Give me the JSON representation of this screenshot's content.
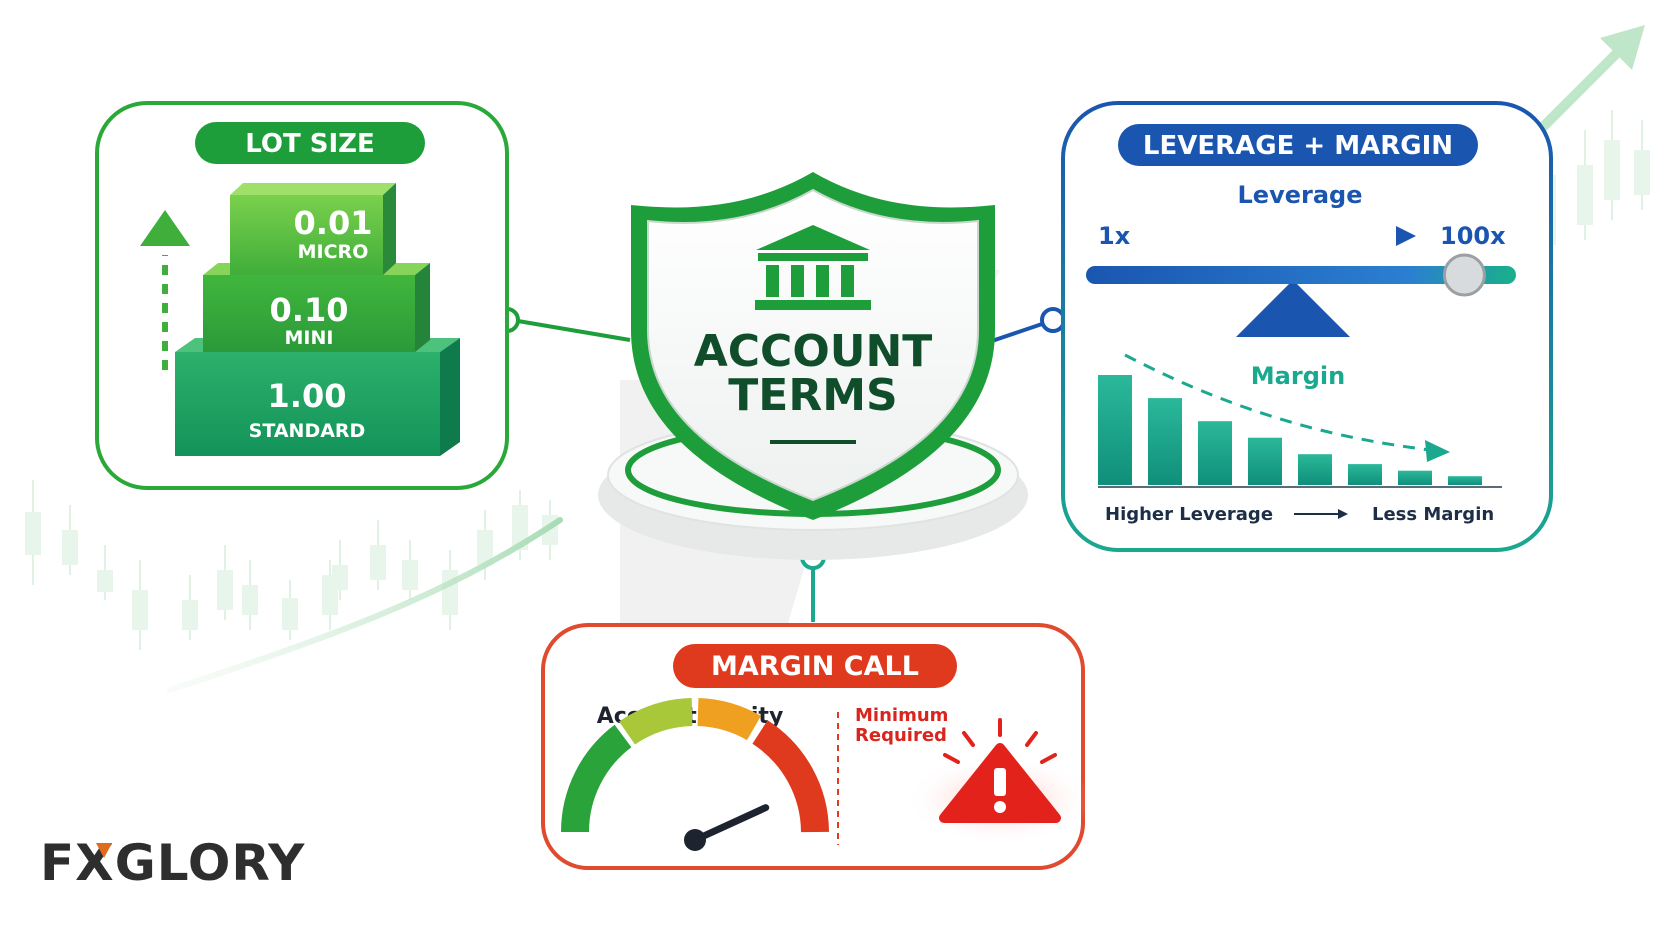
{
  "colors": {
    "green": "#1e9e3a",
    "green_dark": "#0f4d2b",
    "teal": "#1aa88f",
    "blue": "#1a56b0",
    "red": "#e03a1e",
    "alert_red": "#d9251d"
  },
  "center": {
    "title_line1": "ACCOUNT",
    "title_line2": "TERMS",
    "icon": "bank-icon"
  },
  "lot_size": {
    "title": "LOT SIZE",
    "tiers": [
      {
        "value": "0.01",
        "label": "MICRO"
      },
      {
        "value": "0.10",
        "label": "MINI"
      },
      {
        "value": "1.00",
        "label": "STANDARD"
      }
    ]
  },
  "leverage_margin": {
    "title": "LEVERAGE + MARGIN",
    "leverage_heading": "Leverage",
    "min_label": "1x",
    "max_label": "100x",
    "slider_position": 0.88,
    "margin_heading": "Margin",
    "margin_bars": [
      1.0,
      0.79,
      0.58,
      0.43,
      0.28,
      0.19,
      0.13,
      0.08
    ],
    "caption_left": "Higher Leverage",
    "caption_right": "Less Margin"
  },
  "margin_call": {
    "title": "MARGIN CALL",
    "equity_label": "Account Equity",
    "minimum_line1": "Minimum",
    "minimum_line2": "Required",
    "gauge_level": 0.82,
    "alert_icon": "warning-icon"
  },
  "brand": {
    "part1": "FX",
    "part2": "GLORY"
  }
}
